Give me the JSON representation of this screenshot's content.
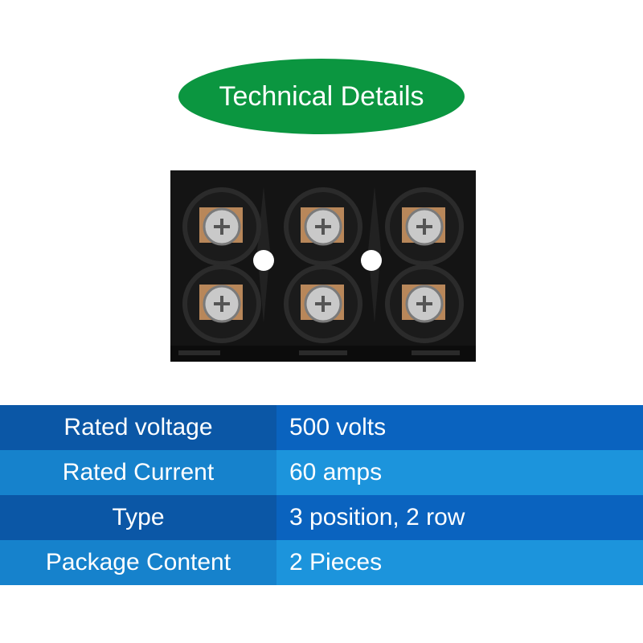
{
  "title": "Technical Details",
  "product_image": "black 3 position 2 row terminal block with screws",
  "specs": [
    {
      "label": "Rated voltage",
      "value": "500 volts"
    },
    {
      "label": "Rated Current",
      "value": "60 amps"
    },
    {
      "label": "Type",
      "value": "3 position, 2 row"
    },
    {
      "label": "Package Content",
      "value": "2 Pieces"
    }
  ],
  "colors": {
    "title_pill": "#0b9640",
    "row_dark_label": "#0b57a6",
    "row_dark_value": "#0a63bf",
    "row_light_label": "#1682cc",
    "row_light_value": "#1c94dc",
    "block_body": "#111111",
    "brass": "#b8875a",
    "screw": "#c9c9c9"
  }
}
